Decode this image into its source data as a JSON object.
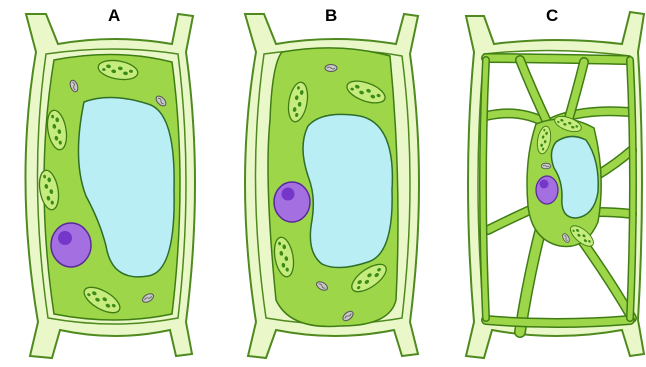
{
  "panels": [
    {
      "label": "A"
    },
    {
      "label": "B"
    },
    {
      "label": "C"
    }
  ],
  "colors": {
    "cell_wall_fill": "#e9f7c9",
    "cell_wall_stroke": "#4f8a1f",
    "cytoplasm": "#9ed64a",
    "cytoplasm_stroke": "#3f7d14",
    "vacuole": "#b9eef5",
    "vacuole_stroke": "#2c6e2a",
    "nucleus": "#a46fe0",
    "nucleolus": "#7437c9",
    "chloroplast": "#c6ec7d",
    "chloroplast_granum": "#3c8a18",
    "mitochondrion": "#c9c9c9"
  }
}
